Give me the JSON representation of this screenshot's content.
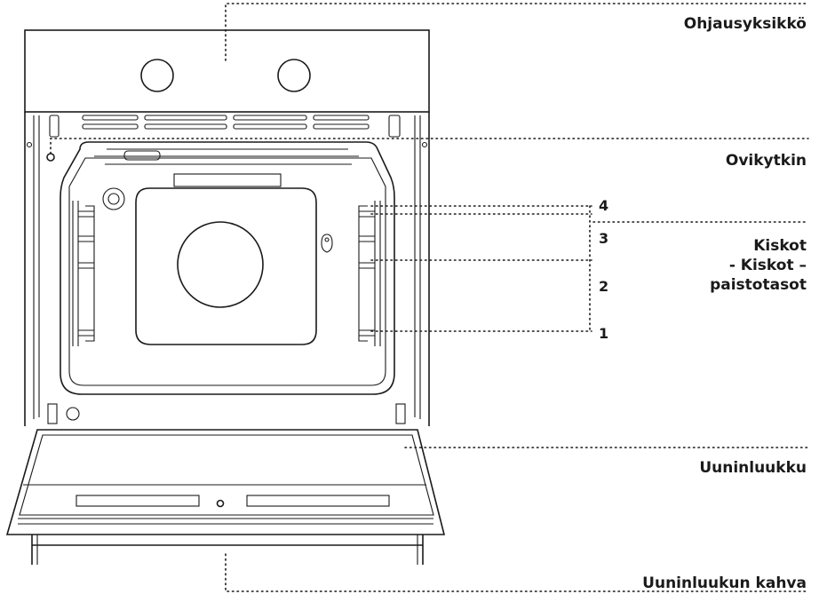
{
  "labels": {
    "control_unit": "Ohjausyksikkö",
    "door_switch": "Ovikytkin",
    "rails_line1": "Kiskot",
    "rails_line2": "- Kiskot –",
    "rails_line3": "paistotasot",
    "oven_door": "Uuninluukku",
    "door_handle": "Uuninluukun kahva"
  },
  "shelf_levels": [
    "4",
    "3",
    "2",
    "1"
  ]
}
